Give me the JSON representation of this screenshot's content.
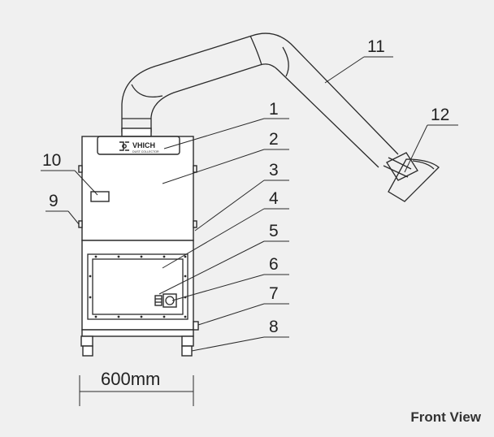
{
  "brand": {
    "name": "VHICH",
    "subtitle": "DUST COLLECTOR"
  },
  "labels": [
    "1",
    "2",
    "3",
    "4",
    "5",
    "6",
    "7",
    "8",
    "9",
    "10",
    "11",
    "12"
  ],
  "dimension": {
    "width_label": "600mm"
  },
  "caption": "Front View"
}
